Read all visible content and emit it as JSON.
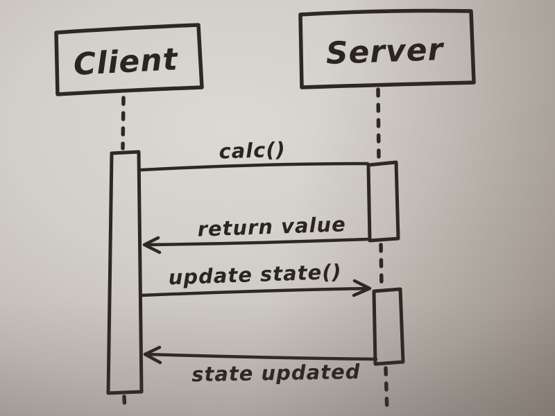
{
  "diagram": {
    "kind": "hand-drawn sequence diagram",
    "actors": [
      {
        "name": "Client"
      },
      {
        "name": "Server"
      }
    ],
    "messages": [
      {
        "label": "calc()",
        "from": "Client",
        "to": "Server",
        "direction": "right",
        "arrowhead": false
      },
      {
        "label": "return value",
        "from": "Server",
        "to": "Client",
        "direction": "left",
        "arrowhead": true
      },
      {
        "label": "update state()",
        "from": "Client",
        "to": "Server",
        "direction": "right",
        "arrowhead": true
      },
      {
        "label": "state updated",
        "from": "Server",
        "to": "Client",
        "direction": "left",
        "arrowhead": true
      }
    ],
    "colors": {
      "ink": "#2e2824",
      "background_center": "#dcd8d3",
      "background_edge": "#8d847a"
    }
  }
}
